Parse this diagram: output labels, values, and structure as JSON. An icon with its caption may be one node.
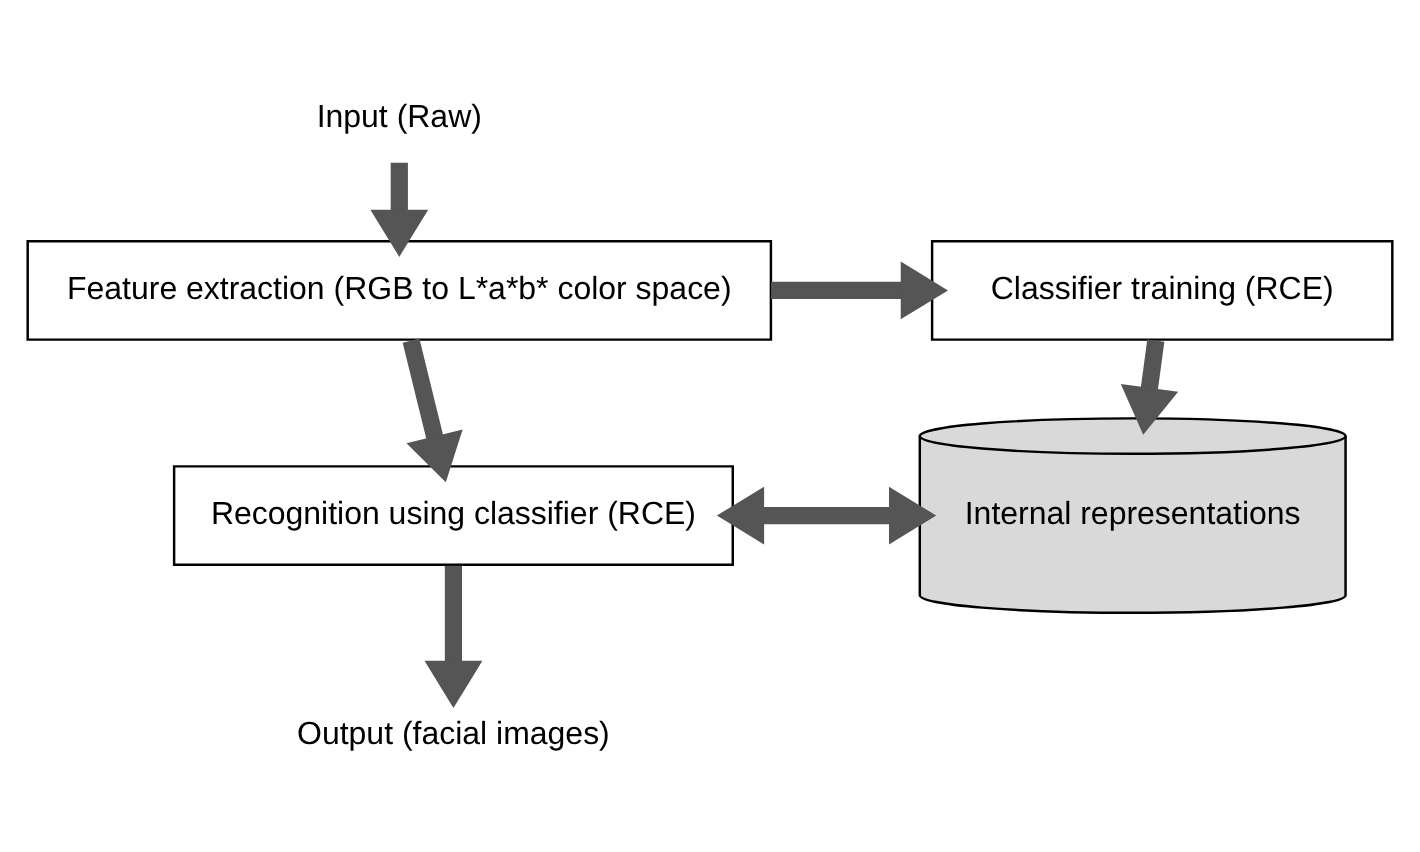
{
  "diagram": {
    "nodes": [
      {
        "text": [
          "Input (Raw)"
        ]
      },
      {
        "text": [
          "Feature extraction (RGB to L*a*b* color space)"
        ]
      },
      {
        "text": [
          "Classifier training (RCE)"
        ]
      },
      {
        "text": [
          "Recognition using classifier (RCE)"
        ]
      },
      {
        "text": [
          "Internal representations"
        ]
      },
      {
        "text": [
          "Output (facial images)"
        ]
      }
    ],
    "edges": [
      {
        "from": 0,
        "to": 1,
        "arrow": "to"
      },
      {
        "from": 1,
        "to": 2,
        "arrow": "to"
      },
      {
        "from": 1,
        "to": 3,
        "arrow": "to"
      },
      {
        "from": 2,
        "to": 4,
        "arrow": "to"
      },
      {
        "from": 3,
        "to": 4,
        "arrow": "both"
      },
      {
        "from": 3,
        "to": 5,
        "arrow": "to"
      }
    ]
  }
}
